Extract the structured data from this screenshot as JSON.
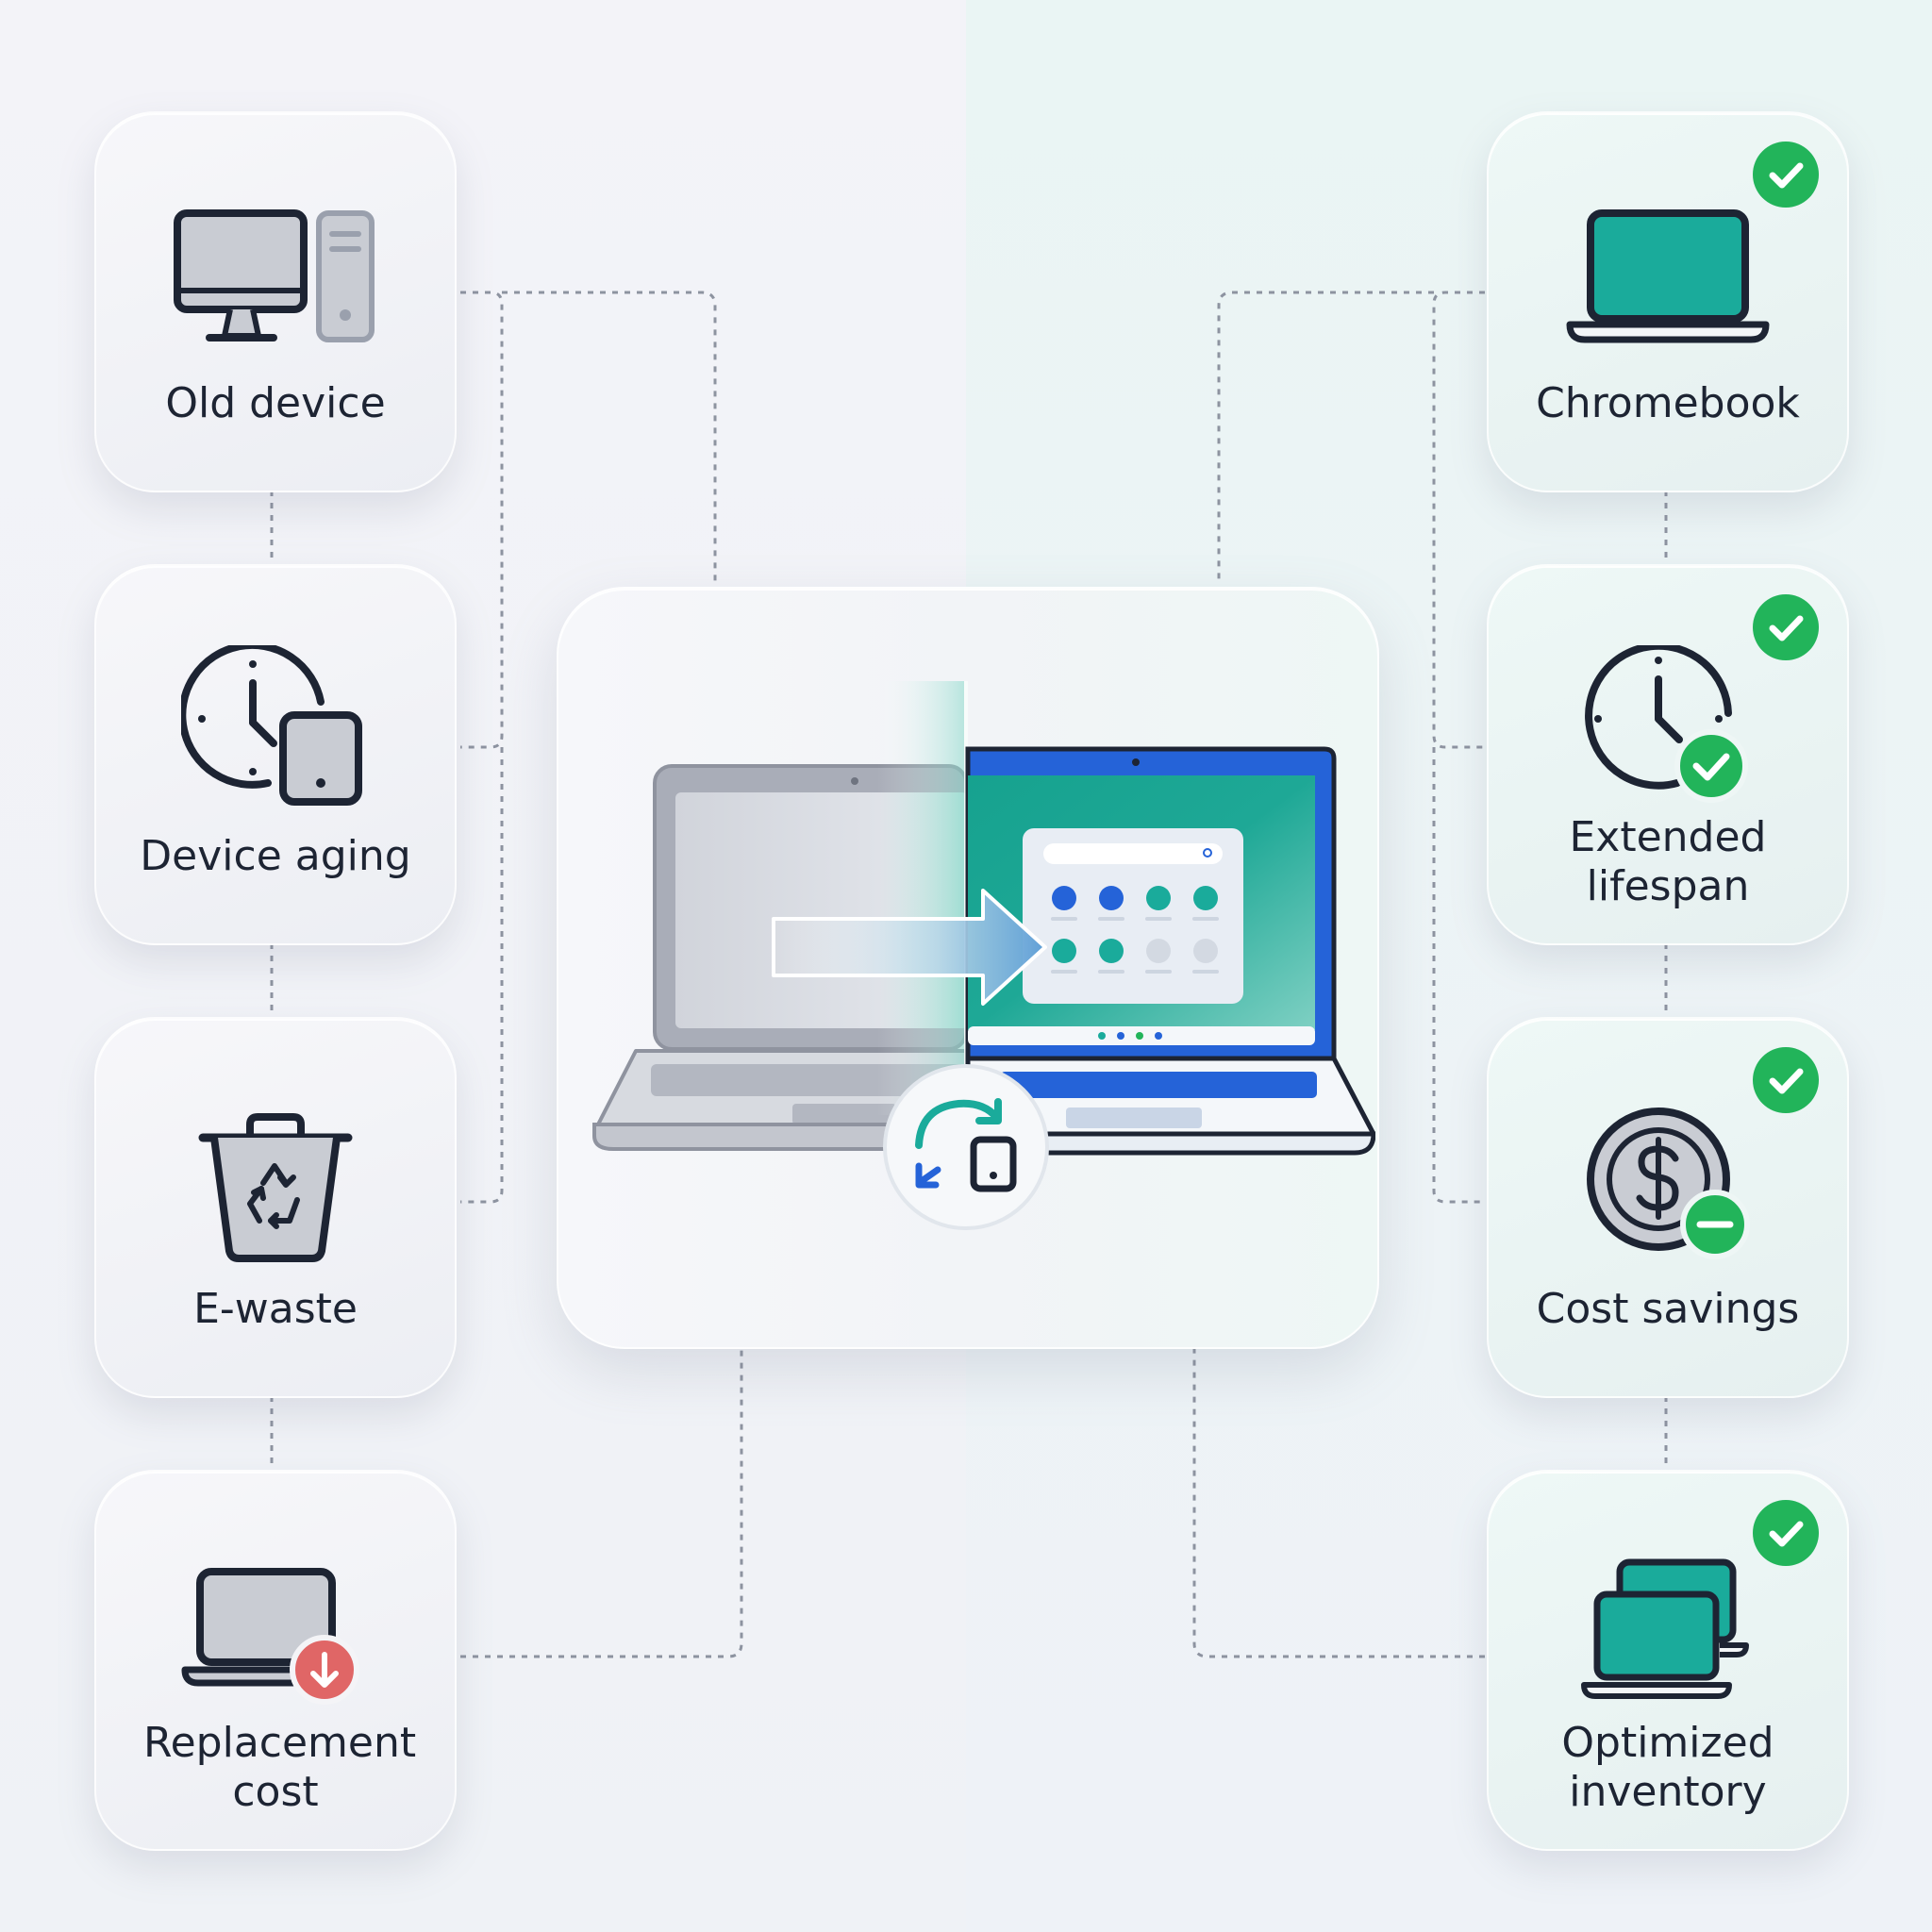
{
  "left_cards": [
    {
      "label": "Old device",
      "icon": "desktop-computer-icon"
    },
    {
      "label": "Device aging",
      "icon": "clock-tablet-icon"
    },
    {
      "label": "E-waste",
      "icon": "recycle-bin-icon"
    },
    {
      "label": "Replacement cost",
      "icon": "laptop-cost-down-icon"
    }
  ],
  "right_cards": [
    {
      "label": "Chromebook",
      "icon": "chromebook-laptop-icon",
      "badge": "check-badge-icon"
    },
    {
      "label": "Extended lifespan",
      "icon": "clock-check-icon",
      "badge": "check-badge-icon"
    },
    {
      "label": "Cost savings",
      "icon": "dollar-coin-minus-icon",
      "badge": "check-badge-icon"
    },
    {
      "label": "Optimized inventory",
      "icon": "stacked-laptops-icon",
      "badge": "check-badge-icon"
    }
  ],
  "center": {
    "icon": "laptop-migration-icon",
    "sync_icon": "sync-device-icon"
  },
  "colors": {
    "teal": "#1aab9b",
    "green": "#22b45a",
    "blue": "#2563d8",
    "red": "#e06666",
    "gray": "#9aa0ad",
    "dark": "#1d2433"
  }
}
